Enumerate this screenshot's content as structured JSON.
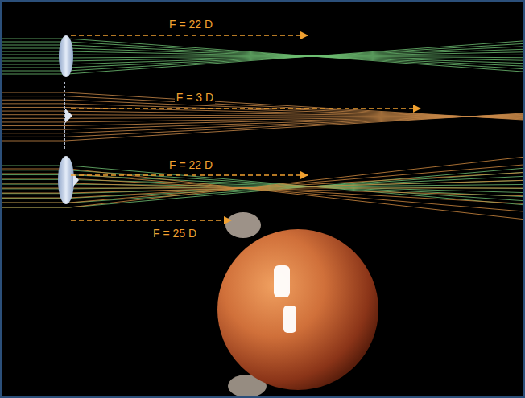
{
  "diagram": {
    "labels": [
      "F = 22 D",
      "F = 3 D",
      "F = 22 D",
      "F = 25 D"
    ]
  }
}
